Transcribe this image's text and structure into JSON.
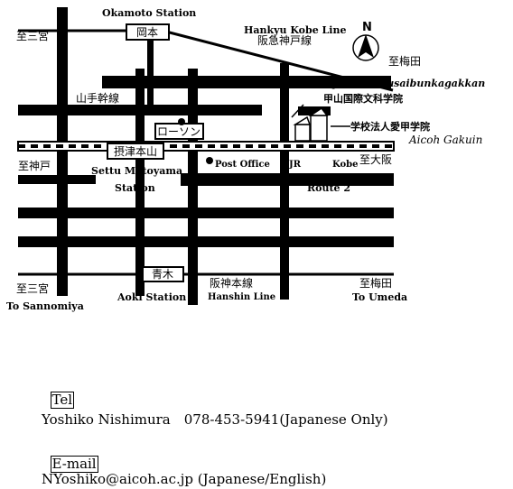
{
  "map": {
    "labels": {
      "okamoto_en": "Okamoto Station",
      "okamoto_jp": "岡本",
      "hankyu_en": "Hankyu Kobe Line",
      "hankyu_jp": "阪急神戸線",
      "north": "N",
      "to_umeda_top": "至梅田",
      "to_sannomiya_top": "至三宮",
      "yamate": "山手幹線",
      "lawson": "ローソン",
      "kabutoyama": "Kabutoyama Kokusaibunkagakkan",
      "kabutoyama_jp": "甲山国際文科学院",
      "school_jp": "学校法人愛甲学院",
      "aicoh": "Aicoh Gakuin",
      "to_kobe_jp": "至神戸",
      "settsu_jp": "摂津本山",
      "settsu_en_1": "Settu Motoyama",
      "settsu_en_2": "Station",
      "post_office": "Post Office",
      "jr": "JR",
      "kobe": "Kobe",
      "to_osaka_jp": "至大阪",
      "route2": "Route 2",
      "to_sannomiya_bottom": "至三宮",
      "to_sannomiya_en": "To Sannomiya",
      "aoki_jp": "青木",
      "aoki_en": "Aoki Station",
      "hanshin_jp": "阪神本線",
      "hanshin_en": "Hanshin Line",
      "to_umeda_bottom": "至梅田",
      "to_umeda_en": "To Umeda"
    }
  },
  "contact": {
    "tel_label": "Tel",
    "tel_line": "Yoshiko Nishimura　078-453-5941(Japanese Only)",
    "email_label": "E-mail",
    "email_line": "NYoshiko@aicoh.ac.jp (Japanese/English)"
  }
}
